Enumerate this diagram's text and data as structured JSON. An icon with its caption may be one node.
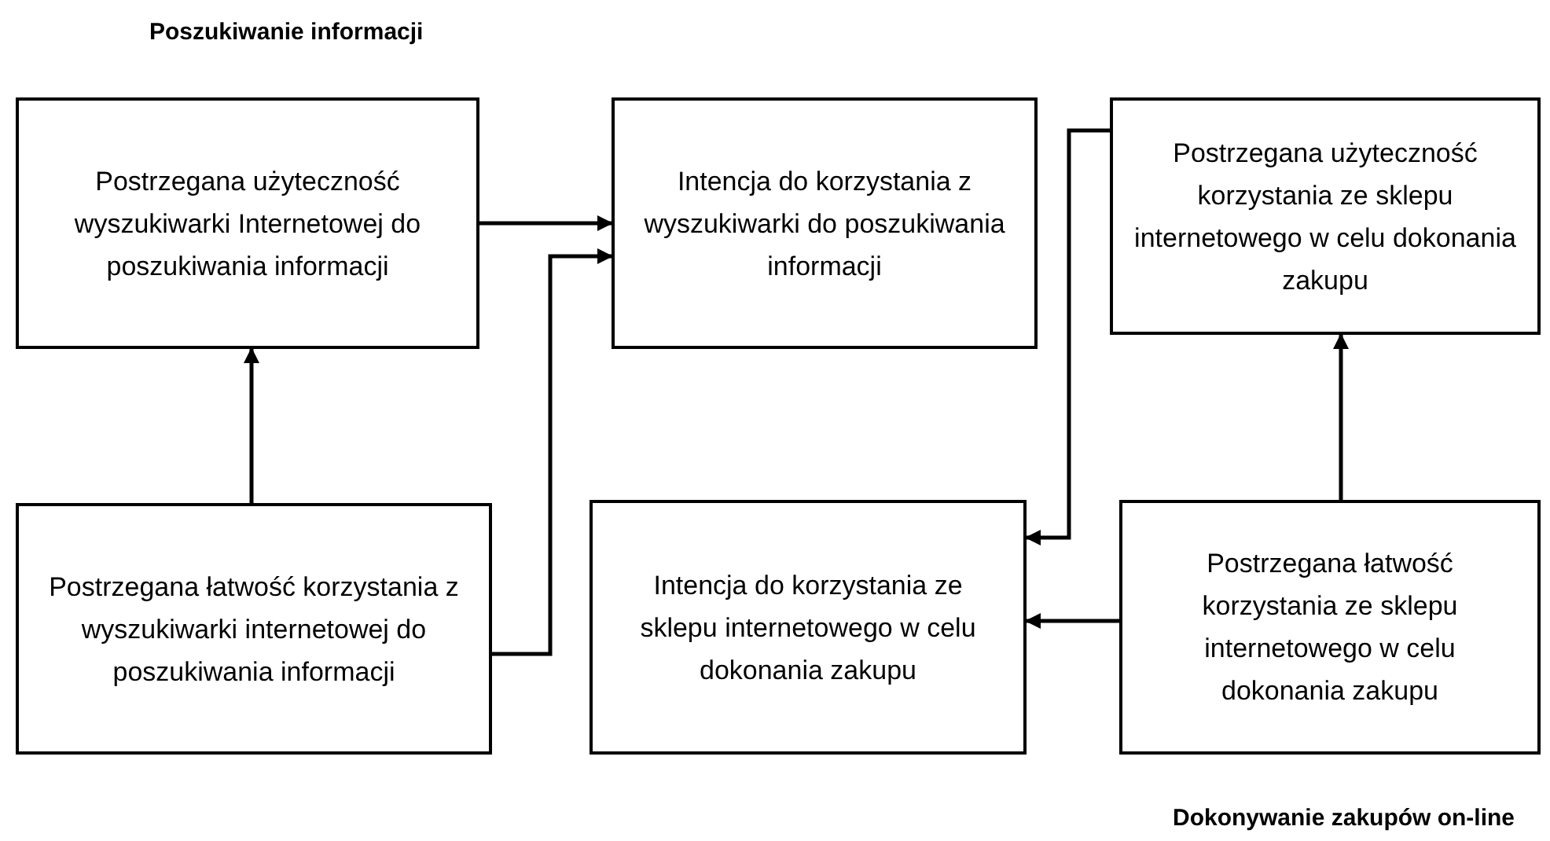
{
  "diagram": {
    "nodes": [
      {
        "text": [
          "Postrzegana użyteczność wyszukiwarki Internetowej do poszukiwania informacji"
        ]
      },
      {
        "text": [
          "Intencja do korzystania z wyszukiwarki do poszukiwania informacji"
        ]
      },
      {
        "text": [
          "Postrzegana użyteczność korzystania ze sklepu internetowego w celu dokonania zakupu"
        ]
      },
      {
        "text": [
          "Postrzegana łatwość korzystania z wyszukiwarki internetowej do poszukiwania informacji"
        ]
      },
      {
        "text": [
          "Intencja do korzystania ze sklepu internetowego w celu dokonania zakupu"
        ]
      },
      {
        "text": [
          "Postrzegana łatwość korzystania ze sklepu internetowego w celu dokonania zakupu"
        ]
      }
    ],
    "edges": [
      {
        "from": 0,
        "to": 1,
        "arrow": "to"
      },
      {
        "from": 3,
        "to": 1,
        "arrow": "to"
      },
      {
        "from": 3,
        "to": 0,
        "arrow": "to"
      },
      {
        "from": 2,
        "to": 4,
        "arrow": "to"
      },
      {
        "from": 5,
        "to": 2,
        "arrow": "to"
      },
      {
        "from": 5,
        "to": 4,
        "arrow": "to"
      }
    ],
    "labels": [
      "Poszukiwanie informacji",
      "Dokonywanie zakupów on-line"
    ]
  }
}
